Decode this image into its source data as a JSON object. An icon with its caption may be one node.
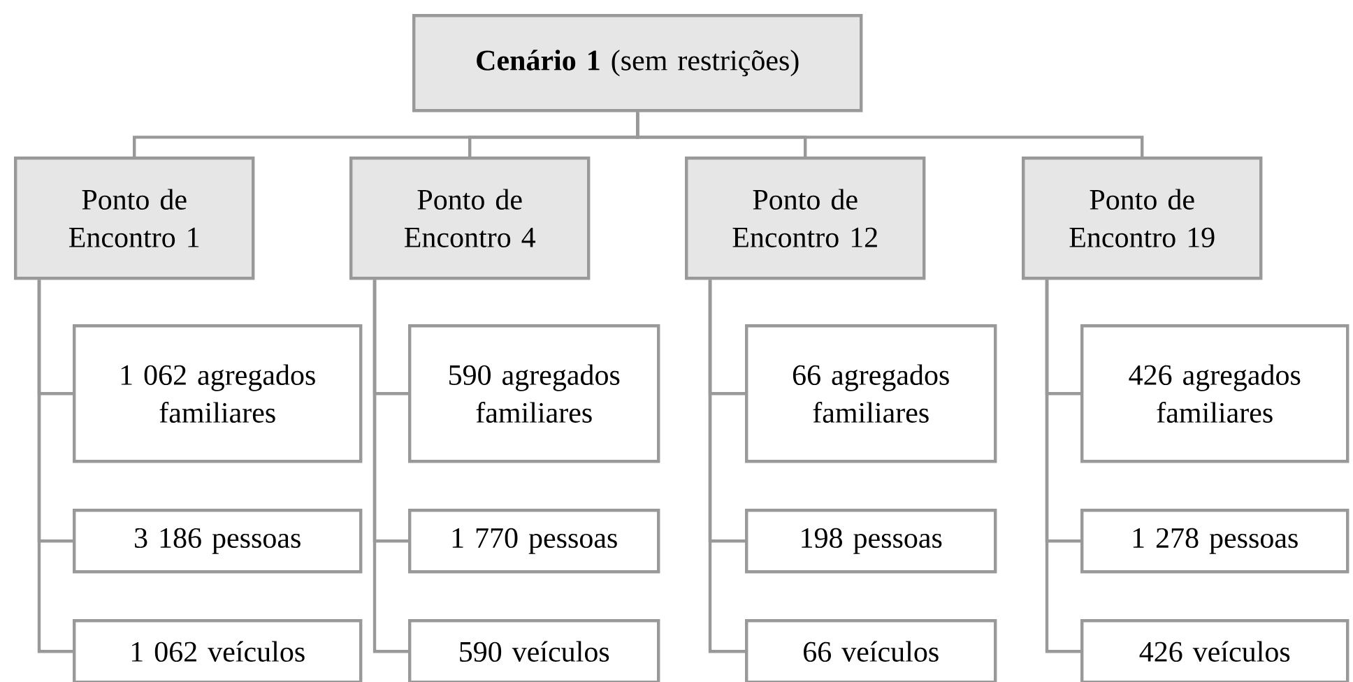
{
  "diagram": {
    "nodes": [
      {
        "text": [
          "**Cenário 1** (sem restrições)"
        ]
      },
      {
        "text": [
          "Ponto de Encontro 1"
        ]
      },
      {
        "text": [
          "Ponto de Encontro 4"
        ]
      },
      {
        "text": [
          "Ponto de Encontro 12"
        ]
      },
      {
        "text": [
          "Ponto de Encontro 19"
        ]
      },
      {
        "text": [
          "1 062 agregados familiares"
        ]
      },
      {
        "text": [
          "3 186 pessoas"
        ]
      },
      {
        "text": [
          "1 062 veículos"
        ]
      },
      {
        "text": [
          "590 agregados familiares"
        ]
      },
      {
        "text": [
          "1 770 pessoas"
        ]
      },
      {
        "text": [
          "590 veículos"
        ]
      },
      {
        "text": [
          "66 agregados familiares"
        ]
      },
      {
        "text": [
          "198 pessoas"
        ]
      },
      {
        "text": [
          "66 veículos"
        ]
      },
      {
        "text": [
          "426 agregados familiares"
        ]
      },
      {
        "text": [
          "1 278 pessoas"
        ]
      },
      {
        "text": [
          "426 veículos"
        ]
      }
    ],
    "edges": [
      {
        "from": 0,
        "to": 1,
        "arrow": "none"
      },
      {
        "from": 0,
        "to": 2,
        "arrow": "none"
      },
      {
        "from": 0,
        "to": 3,
        "arrow": "none"
      },
      {
        "from": 0,
        "to": 4,
        "arrow": "none"
      },
      {
        "from": 1,
        "to": 5,
        "arrow": "none"
      },
      {
        "from": 1,
        "to": 6,
        "arrow": "none"
      },
      {
        "from": 1,
        "to": 7,
        "arrow": "none"
      },
      {
        "from": 2,
        "to": 8,
        "arrow": "none"
      },
      {
        "from": 2,
        "to": 9,
        "arrow": "none"
      },
      {
        "from": 2,
        "to": 10,
        "arrow": "none"
      },
      {
        "from": 3,
        "to": 11,
        "arrow": "none"
      },
      {
        "from": 3,
        "to": 12,
        "arrow": "none"
      },
      {
        "from": 3,
        "to": 13,
        "arrow": "none"
      },
      {
        "from": 4,
        "to": 14,
        "arrow": "none"
      },
      {
        "from": 4,
        "to": 15,
        "arrow": "none"
      },
      {
        "from": 4,
        "to": 16,
        "arrow": "none"
      }
    ]
  }
}
